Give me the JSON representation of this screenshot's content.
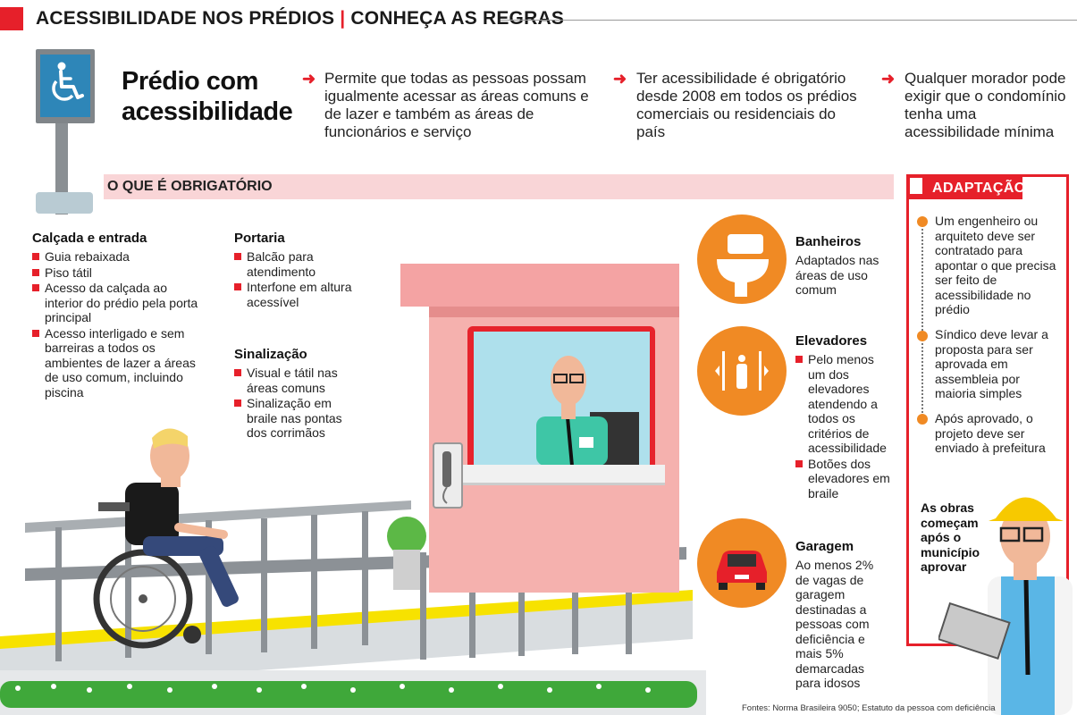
{
  "header": {
    "title_left": "ACESSIBILIDADE NOS PRÉDIOS",
    "separator": "|",
    "title_right": "CONHEÇA AS REGRAS"
  },
  "main_title": "Prédio com acessibilidade",
  "intro": [
    {
      "arrow": "➜",
      "text": "Permite que todas as pessoas possam igualmente acessar as áreas comuns e de lazer e também as áreas de funcionários e serviço"
    },
    {
      "arrow": "➜",
      "text": "Ter acessibilidade é obrigatório desde 2008 em todos os prédios  comerciais ou residenciais do país"
    },
    {
      "arrow": "➜",
      "text": "Qualquer morador pode exigir que o condomínio tenha uma acessibilidade mínima"
    }
  ],
  "band_label": "O QUE É OBRIGATÓRIO",
  "calcada": {
    "title": "Calçada e entrada",
    "items": [
      "Guia rebaixada",
      "Piso tátil",
      "Acesso da calçada ao interior do prédio pela porta principal",
      "Acesso interligado e sem barreiras a todos os ambientes de lazer a áreas de uso comum, incluindo piscina"
    ]
  },
  "portaria": {
    "title": "Portaria",
    "items": [
      "Balcão para atendimento",
      "Interfone em altura acessível"
    ]
  },
  "sinalizacao": {
    "title": "Sinalização",
    "items": [
      "Visual e tátil nas áreas comuns",
      "Sinalização em braile nas pontas dos corrimãos"
    ]
  },
  "banheiros": {
    "title": "Banheiros",
    "text": "Adaptados nas áreas de uso comum"
  },
  "elevadores": {
    "title": "Elevadores",
    "items": [
      "Pelo menos um dos elevadores atendendo a todos os critérios de acessibilidade",
      "Botões dos elevadores em braile"
    ]
  },
  "garagem": {
    "title": "Garagem",
    "text": "Ao menos 2% de vagas de garagem destinadas a pessoas com deficiência e mais 5% demarcadas para idosos"
  },
  "adaptacao": {
    "title": "ADAPTAÇÃO",
    "steps": [
      "Um engenheiro ou arquiteto deve ser contratado para apontar o que precisa ser feito de acessibilidade no prédio",
      "Síndico deve levar a proposta para ser aprovada em assembleia por maioria simples",
      "Após aprovado, o projeto deve ser enviado à prefeitura"
    ],
    "note": "As obras começam após o município aprovar"
  },
  "footer": "Fontes: Norma Brasileira 9050; Estatuto da pessoa com deficiência",
  "colors": {
    "accent": "#e6202a",
    "orange": "#f08a24",
    "band": "#f9d5d7",
    "building": "#f5b1ae"
  },
  "icons": [
    "wheelchair-sign-icon",
    "toilet-icon",
    "elevator-icon",
    "car-icon"
  ]
}
